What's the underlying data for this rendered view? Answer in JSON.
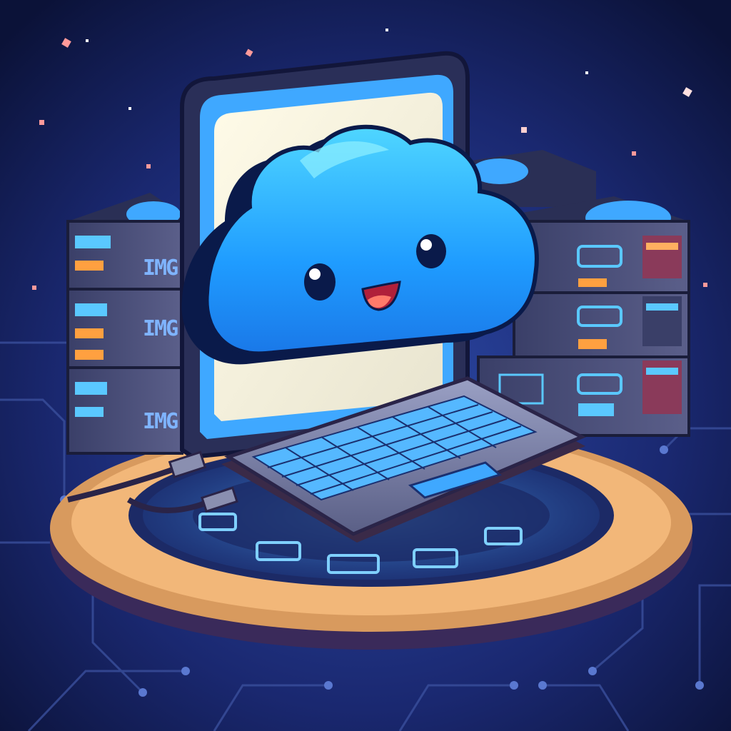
{
  "scene": {
    "subject": "cloud-computing-illustration",
    "server_labels": [
      "IMG",
      "IMG",
      "IMG"
    ],
    "colors": {
      "background_top": "#0d1642",
      "background_bottom": "#2a3f8c",
      "cloud": "#1fa8ff",
      "cloud_highlight": "#5fe0ff",
      "cloud_outline": "#0a1a4a",
      "laptop_body": "#8a8fb0",
      "laptop_screen": "#f6f3df",
      "keyboard_keys": "#55b8ff",
      "server_body": "#4a4f78",
      "server_led_orange": "#ffa040",
      "server_led_blue": "#5ac8ff",
      "platform_rim": "#e8a96a",
      "platform_inner": "#1c2a66",
      "glow": "#3fb0ff"
    },
    "icons": [
      "cloud-mascot",
      "laptop",
      "server-stack",
      "circuit-platform",
      "usb-cable"
    ]
  }
}
